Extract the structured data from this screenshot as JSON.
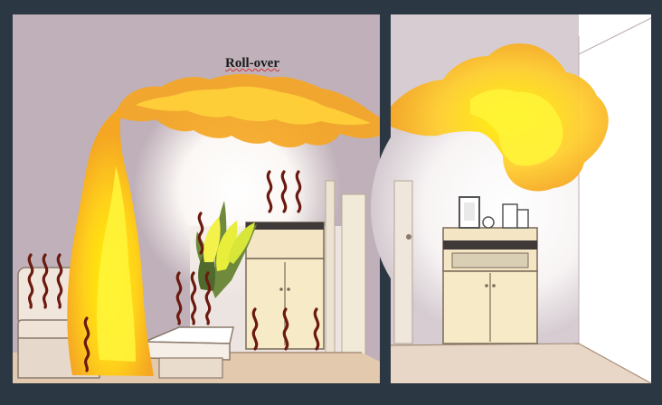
{
  "annotation": {
    "roll_over_label": "Roll-over"
  },
  "colors": {
    "frame": "#2b3742",
    "smoke": "#bfb0b9",
    "flame_outer": "#f5a623",
    "flame_inner": "#fff200",
    "heat_wave": "#6b1a10",
    "floor": "#e3c9ad",
    "wall_bright": "#ffffff",
    "cabinet": "#f6ebc6"
  },
  "scene": {
    "panels": [
      {
        "name": "left-room"
      },
      {
        "name": "right-room"
      }
    ]
  }
}
